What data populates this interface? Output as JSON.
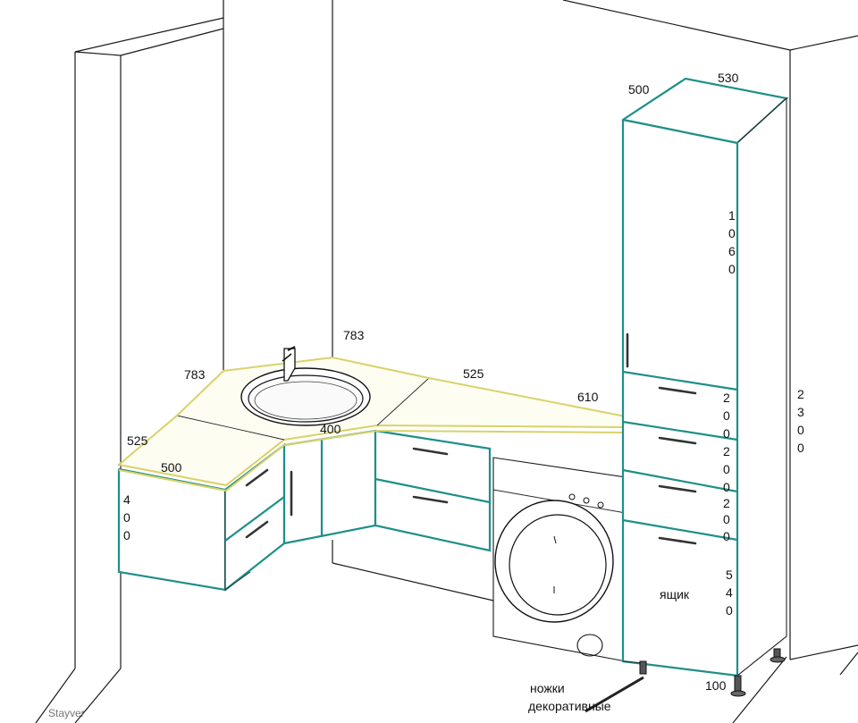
{
  "dimensions": {
    "countertop_back_left": "783",
    "countertop_back_right": "783",
    "countertop_side": "525",
    "countertop_front": "525",
    "countertop_corner": "610",
    "sink_cabinet": "400",
    "left_cabinet_width": "500",
    "left_cabinet_height": [
      "4",
      "0",
      "0"
    ],
    "tall_depth": "500",
    "tall_width": "530",
    "tall_upper_door": [
      "1",
      "0",
      "6",
      "0"
    ],
    "drawer_1": [
      "2",
      "0",
      "0"
    ],
    "drawer_2": [
      "2",
      "0",
      "0"
    ],
    "drawer_3": [
      "2",
      "0",
      "0"
    ],
    "bottom_drawer": [
      "5",
      "4",
      "0"
    ],
    "total_height": [
      "2",
      "3",
      "0",
      "0"
    ],
    "legs_height": "100"
  },
  "labels": {
    "drawer_word": "ящик",
    "legs_line1": "ножки",
    "legs_line2": "декоративные",
    "signature": "Stayver"
  },
  "colors": {
    "cabinet_edge": "#1f8f8a",
    "countertop_edge": "#d9d26a"
  }
}
